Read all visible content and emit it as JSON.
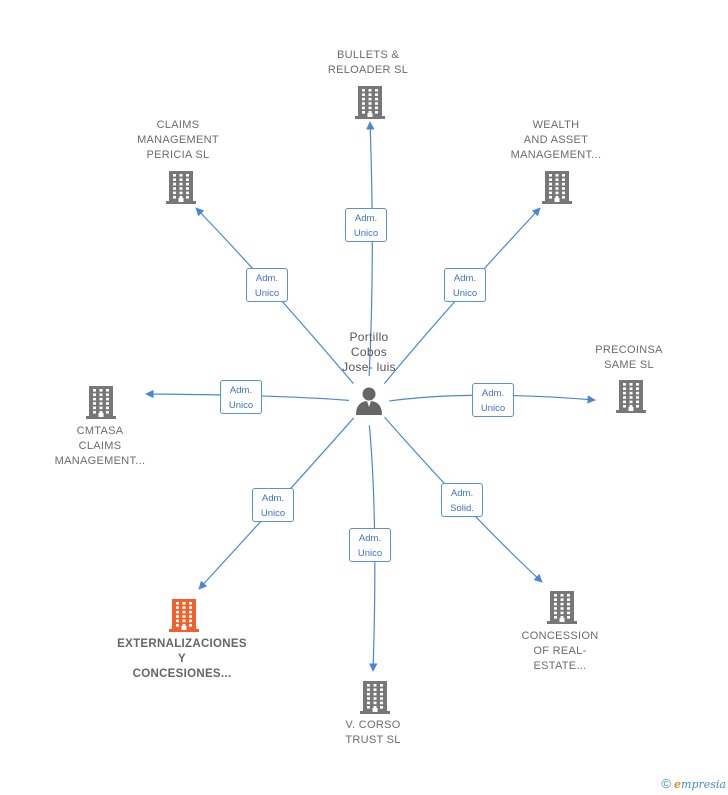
{
  "center": {
    "name": "Portillo\nCobos\nJose- luis",
    "icon": "person-icon"
  },
  "nodes": [
    {
      "key": "bullets",
      "label": "BULLETS &\nRELOADER  SL",
      "color": "#777777",
      "icon": "building-icon"
    },
    {
      "key": "claims_pericia",
      "label": "CLAIMS\nMANAGEMENT\nPERICIA  SL",
      "color": "#777777",
      "icon": "building-icon"
    },
    {
      "key": "wealth",
      "label": "WEALTH\nAND ASSET\nMANAGEMENT...",
      "color": "#777777",
      "icon": "building-icon"
    },
    {
      "key": "precoinsa",
      "label": "PRECOINSA\nSAME SL",
      "color": "#777777",
      "icon": "building-icon"
    },
    {
      "key": "cmtasa",
      "label": "CMTASA\nCLAIMS\nMANAGEMENT...",
      "color": "#777777",
      "icon": "building-icon"
    },
    {
      "key": "externalizaciones",
      "label": "EXTERNALIZACIONES\nY\nCONCESIONES...",
      "color": "#f0622d",
      "icon": "building-icon"
    },
    {
      "key": "vcorso",
      "label": "V.  CORSO\nTRUST  SL",
      "color": "#777777",
      "icon": "building-icon"
    },
    {
      "key": "concession",
      "label": "CONCESSION\nOF REAL-\nESTATE...",
      "color": "#777777",
      "icon": "building-icon"
    }
  ],
  "edges": [
    {
      "to": "bullets",
      "label": "Adm.\nUnico"
    },
    {
      "to": "claims_pericia",
      "label": "Adm.\nUnico"
    },
    {
      "to": "wealth",
      "label": "Adm.\nUnico"
    },
    {
      "to": "precoinsa",
      "label": "Adm.\nUnico"
    },
    {
      "to": "cmtasa",
      "label": "Adm.\nUnico"
    },
    {
      "to": "externalizaciones",
      "label": "Adm.\nUnico"
    },
    {
      "to": "vcorso",
      "label": "Adm.\nUnico"
    },
    {
      "to": "concession",
      "label": "Adm.\nSolid."
    }
  ],
  "colors": {
    "edge": "#4a86d8",
    "building": "#777777",
    "highlight": "#f0622d"
  },
  "footer": {
    "copyright": "©",
    "brand_e": "e",
    "brand_rest": "mpresia"
  }
}
